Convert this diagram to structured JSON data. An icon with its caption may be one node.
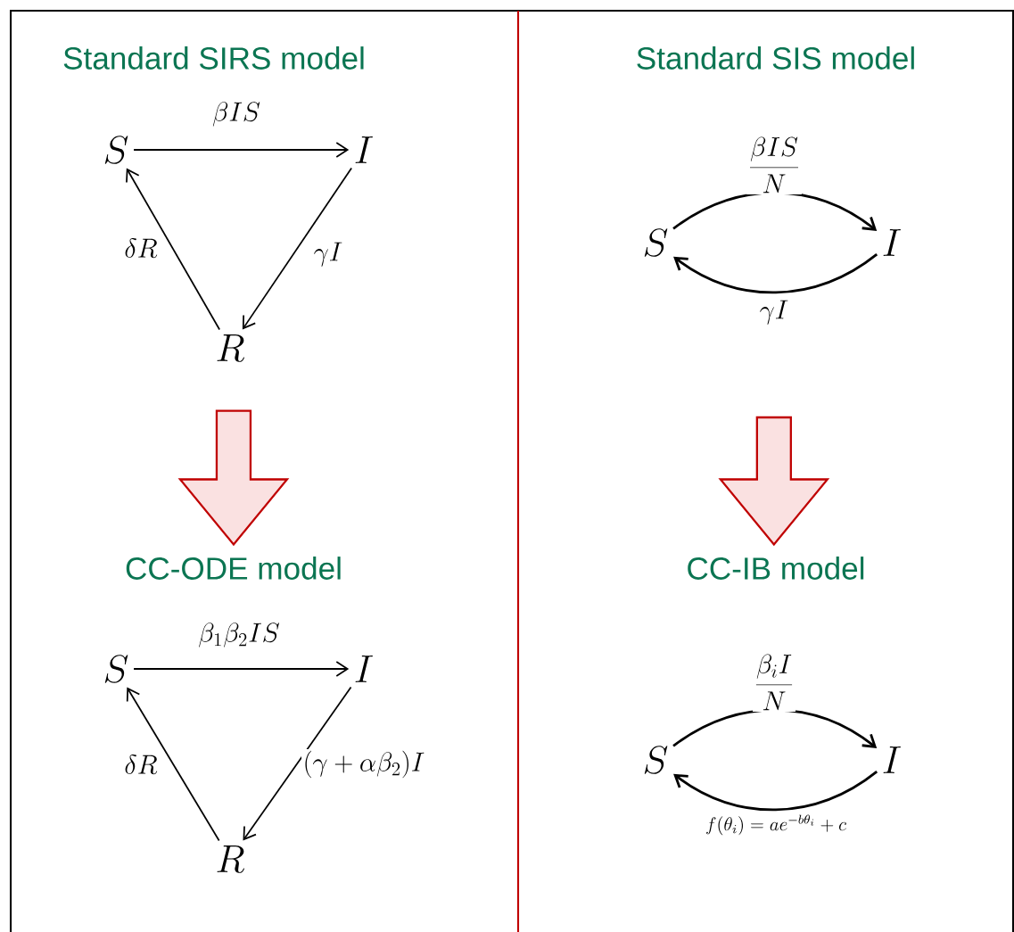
{
  "diagram": {
    "nodes": [
      {
        "text": [
          "Standard SIRS model"
        ]
      },
      {
        "text": [
          "Standard SIS model"
        ]
      },
      {
        "text": [
          "S"
        ]
      },
      {
        "text": [
          "I"
        ]
      },
      {
        "text": [
          "R"
        ]
      },
      {
        "text": [
          "S"
        ]
      },
      {
        "text": [
          "I"
        ]
      },
      {
        "text": [
          "CC-ODE model"
        ]
      },
      {
        "text": [
          "CC-IB model"
        ]
      },
      {
        "text": [
          "S"
        ]
      },
      {
        "text": [
          "I"
        ]
      },
      {
        "text": [
          "R"
        ]
      },
      {
        "text": [
          "S"
        ]
      },
      {
        "text": [
          "I"
        ]
      }
    ],
    "edges": [
      {
        "from": 2,
        "to": 3,
        "arrow": "to",
        "label": "\\beta IS"
      },
      {
        "from": 3,
        "to": 4,
        "arrow": "to",
        "label": "\\gamma I"
      },
      {
        "from": 4,
        "to": 2,
        "arrow": "to",
        "label": "\\delta R"
      },
      {
        "from": 5,
        "to": 6,
        "arrow": "to",
        "label": "\\frac{\\beta IS}{N}"
      },
      {
        "from": 6,
        "to": 5,
        "arrow": "to",
        "label": "\\gamma I"
      },
      {
        "from": 4,
        "to": 7,
        "arrow": "to",
        "style": "thick",
        "color": "#c00000"
      },
      {
        "from": null,
        "to": 8,
        "arrow": "to",
        "style": "thick",
        "color": "#c00000"
      },
      {
        "from": 9,
        "to": 10,
        "arrow": "to",
        "label": "\\beta_1\\beta_2 IS"
      },
      {
        "from": 10,
        "to": 11,
        "arrow": "to",
        "label": "(\\gamma+\\alpha\\beta_2)I"
      },
      {
        "from": 11,
        "to": 9,
        "arrow": "to",
        "label": "\\delta R"
      },
      {
        "from": 12,
        "to": 13,
        "arrow": "to",
        "label": "\\frac{\\beta_i I}{N}"
      },
      {
        "from": 13,
        "to": 12,
        "arrow": "to",
        "label": "f(\\theta_i)=ae^{-b\\theta_i}+c"
      }
    ]
  }
}
